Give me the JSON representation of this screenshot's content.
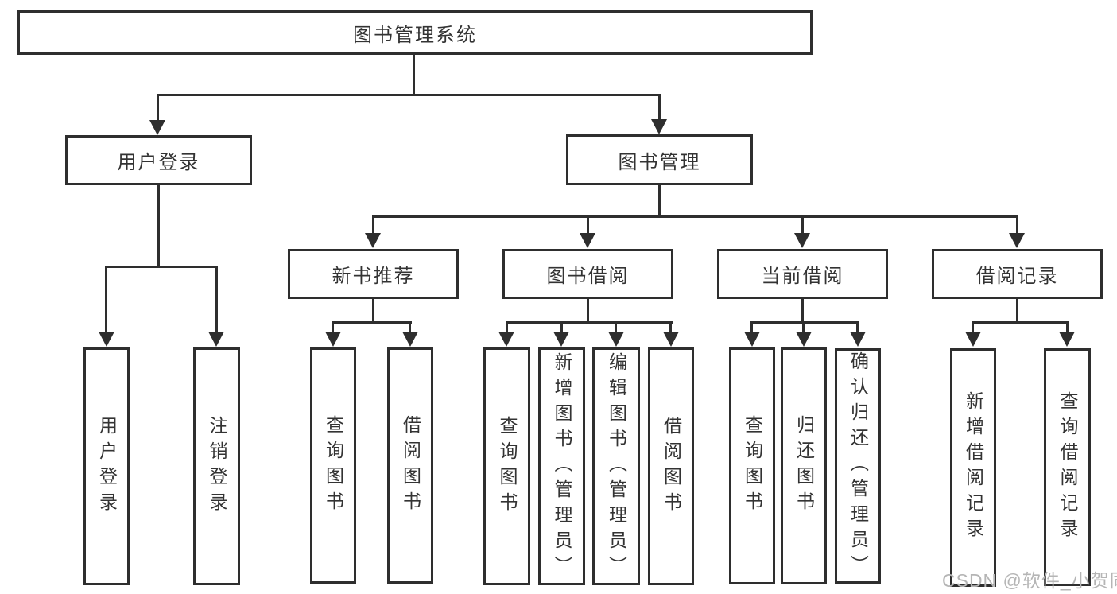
{
  "tree": {
    "root": {
      "label": "图书管理系统"
    },
    "branches": [
      {
        "label": "用户登录",
        "children": [
          {
            "label": "用户登录"
          },
          {
            "label": "注销登录"
          }
        ]
      },
      {
        "label": "图书管理",
        "children": [
          {
            "label": "新书推荐",
            "children": [
              {
                "label": "查询图书"
              },
              {
                "label": "借阅图书"
              }
            ]
          },
          {
            "label": "图书借阅",
            "children": [
              {
                "label": "查询图书"
              },
              {
                "label": "新增图书（管理员）"
              },
              {
                "label": "编辑图书（管理员）"
              },
              {
                "label": "借阅图书"
              }
            ]
          },
          {
            "label": "当前借阅",
            "children": [
              {
                "label": "查询图书"
              },
              {
                "label": "归还图书"
              },
              {
                "label": "确认归还（管理员）"
              }
            ]
          },
          {
            "label": "借阅记录",
            "children": [
              {
                "label": "新增借阅记录"
              },
              {
                "label": "查询借阅记录"
              }
            ]
          }
        ]
      }
    ]
  },
  "watermark": {
    "text": "CSDN @软件_小贺同学"
  },
  "colors": {
    "line": "#2e2e2e",
    "text": "#333333",
    "watermark": "#b5b5b5",
    "bg": "#ffffff"
  }
}
